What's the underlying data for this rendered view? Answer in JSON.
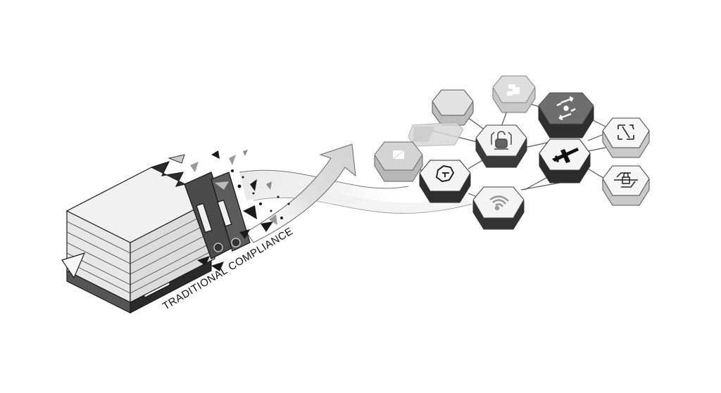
{
  "caption": {
    "text": "TRADITIONAL COMPLIANCE"
  },
  "colors": {
    "background": "#ffffff",
    "ink": "#1a1a1a",
    "hex_light_top": "#f4f4f4",
    "hex_gray_top": "#d6d6d6",
    "hex_dark_top": "#6e6e6e",
    "hex_side": "#9a9a9a",
    "link_line": "#555555"
  },
  "left_illustration": {
    "label": "stack-of-papers-and-binders-shredding",
    "elements": [
      "paper-stack",
      "binder-barcode",
      "binder-upright-1",
      "binder-upright-2",
      "paper-fragments"
    ]
  },
  "arrow": {
    "label": "transformation-arrow",
    "direction": "up-right"
  },
  "network": {
    "nodes": [
      {
        "id": "blank-top-left",
        "icon": "none",
        "tone": "light-gray"
      },
      {
        "id": "puzzle",
        "icon": "puzzle-icon",
        "tone": "gray"
      },
      {
        "id": "switch-arrows",
        "icon": "bidirectional-arrows-icon",
        "tone": "dark"
      },
      {
        "id": "faded-tile",
        "icon": "none",
        "tone": "faded"
      },
      {
        "id": "envelope",
        "icon": "envelope-icon",
        "tone": "gray"
      },
      {
        "id": "padlock",
        "icon": "unlocked-padlock-icon",
        "tone": "light"
      },
      {
        "id": "airplane",
        "icon": "airplane-icon",
        "tone": "light"
      },
      {
        "id": "expand-arrows",
        "icon": "expand-arrows-icon",
        "tone": "light"
      },
      {
        "id": "shield",
        "icon": "shield-icon",
        "tone": "light"
      },
      {
        "id": "wifi",
        "icon": "wifi-icon",
        "tone": "light"
      },
      {
        "id": "scan-lock",
        "icon": "scan-lock-icon",
        "tone": "light"
      }
    ]
  }
}
